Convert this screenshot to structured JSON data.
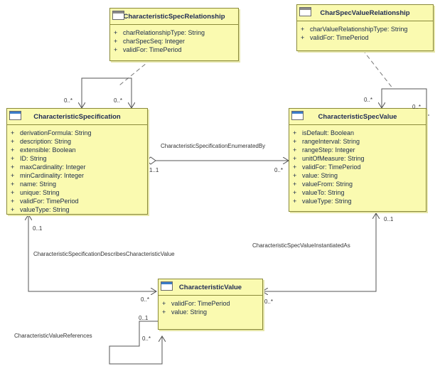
{
  "classes": {
    "char_spec_relationship": {
      "name": "CharacteristicSpecRelationship",
      "attributes": [
        "+",
        "charRelationshipType: String",
        "charSpecSeq: Integer",
        "validFor: TimePeriod"
      ]
    },
    "char_spec_value_relationship": {
      "name": "CharSpecValueRelationship",
      "attributes": [
        "charValueRelationshipType: String",
        "validFor: TimePeriod"
      ]
    },
    "characteristic_specification": {
      "name": "CharacteristicSpecification",
      "attributes": [
        "derivationFormula: String",
        "description: String",
        "extensible: Boolean",
        "ID: String",
        "maxCardinality: Integer",
        "minCardinality: Integer",
        "name: String",
        "unique: String",
        "validFor: TimePeriod",
        "valueType: String"
      ]
    },
    "characteristic_spec_value": {
      "name": "CharacteristicSpecValue",
      "attributes": [
        "isDefault: Boolean",
        "rangeInterval: String",
        "rangeStep: Integer",
        "unitOfMeasure: String",
        "validFor: TimePeriod",
        "value: String",
        "valueFrom: String",
        "valueTo: String",
        "valueType: String"
      ]
    },
    "characteristic_value": {
      "name": "CharacteristicValue",
      "attributes": [
        "validFor: TimePeriod",
        "value: String"
      ]
    }
  },
  "visibility_marker": "+",
  "associations": {
    "enumerated_by": "CharacteristicSpecificationEnumeratedBy",
    "describes_value": "CharacteristicSpecificationDescribesCharacteristicValue",
    "instantiated_as": "CharacteristicSpecValueInstantiatedAs",
    "value_references": "CharacteristicValueReferences"
  },
  "multiplicities": {
    "many": "0..*",
    "exactly_one": "1..1",
    "zero_or_one": "0..1"
  },
  "colors": {
    "class_fill": "#fafab0",
    "class_border": "#8a8a3a",
    "title_text": "#1e2a52",
    "line": "#555555",
    "icon_blue": "#3b7cc8",
    "icon_gray": "#8a8a8a"
  },
  "icons": [
    "class-icon",
    "association-class-icon"
  ]
}
